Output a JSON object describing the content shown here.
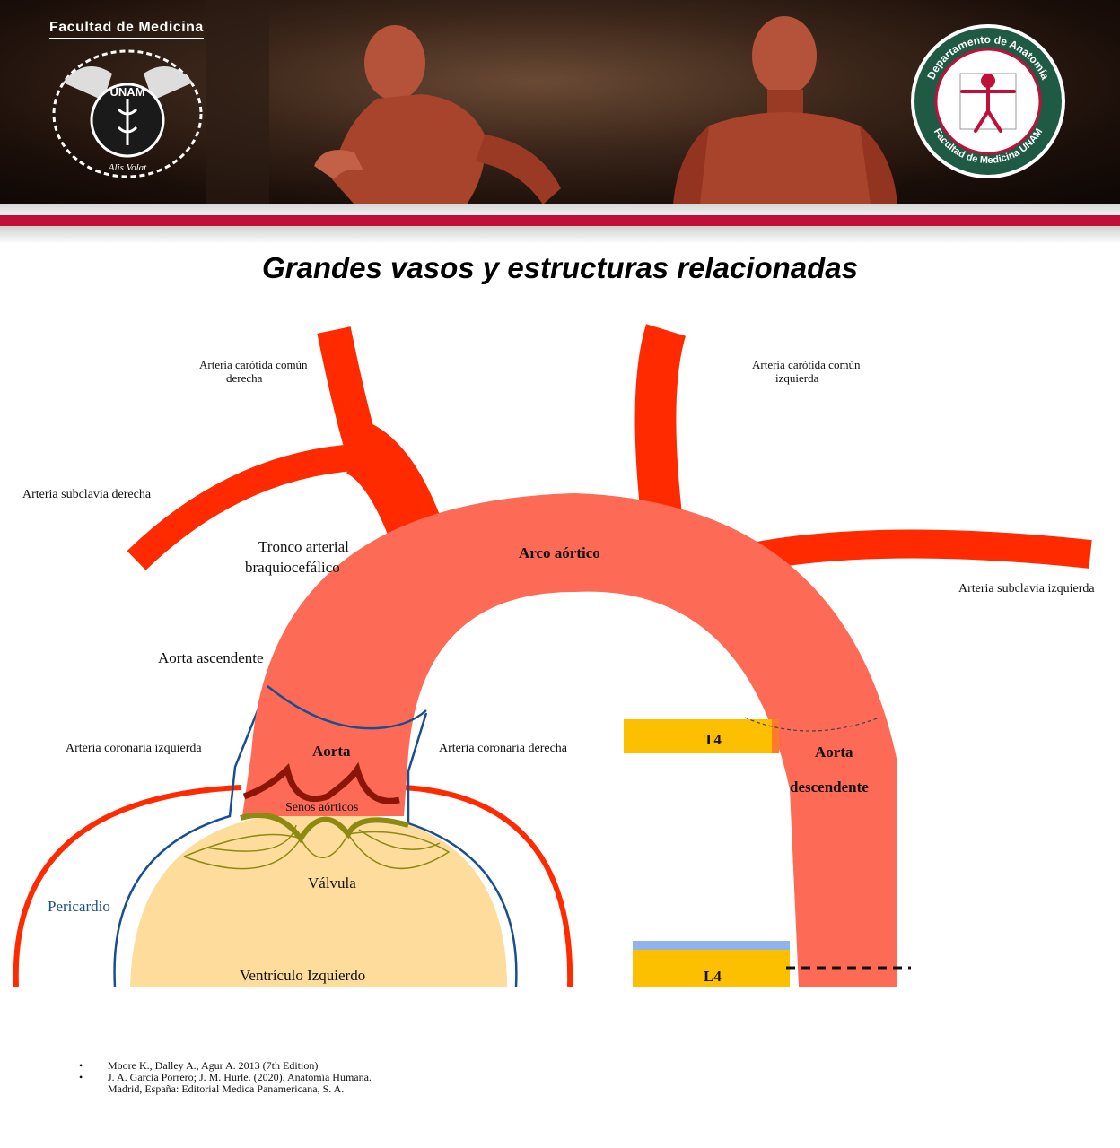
{
  "header": {
    "faculty_label": "Facultad de Medicina",
    "unam_seal_text": "UNAM",
    "unam_motto": "Alis Volat",
    "dept_seal_top": "Departamento de Anatomía",
    "dept_seal_bottom": "Facultad de Medicina UNAM"
  },
  "title": "Grandes vasos y estructuras relacionadas",
  "labels": {
    "carotid_right_1": "Arteria carótida común",
    "carotid_right_2": "derecha",
    "carotid_left_1": "Arteria carótida común",
    "carotid_left_2": "izquierda",
    "subclavian_right": "Arteria subclavia derecha",
    "subclavian_left": "Arteria subclavia izquierda",
    "brachio_1": "Tronco arterial",
    "brachio_2": "braquiocefálico",
    "aortic_arch": "Arco aórtico",
    "ascending_aorta": "Aorta ascendente",
    "coronary_left": "Arteria coronaria izquierda",
    "coronary_right": "Arteria coronaria derecha",
    "aorta": "Aorta",
    "aortic_sinuses": "Senos aórticos",
    "valve": "Válvula",
    "pericardium": "Pericardio",
    "left_ventricle": "Ventrículo Izquierdo",
    "descending_1": "Aorta",
    "descending_2": "descendente",
    "t4": "T4",
    "l4": "L4"
  },
  "references": [
    {
      "bullet": "•",
      "text": "Moore K., Dalley A., Agur A. 2013 (7th Edition)"
    },
    {
      "bullet": "•",
      "text": "J. A. Garcia Porrero; J. M. Hurle. (2020). Anatomía Humana."
    },
    {
      "bullet": "",
      "text": "Madrid, España: Editorial Medica Panamericana, S. A."
    }
  ],
  "colors": {
    "artery_red": "#ff2a00",
    "aorta_salmon": "#fd6a55",
    "ventricle": "#fddc9c",
    "sinus_dark_red": "#8b1608",
    "valve_olive": "#8c8a10",
    "pericardium_blue": "#1a4f8f",
    "vertebra_yellow": "#fdc000",
    "disc_blue": "#8fb3ea",
    "banner_stripe": "#c0103a"
  }
}
